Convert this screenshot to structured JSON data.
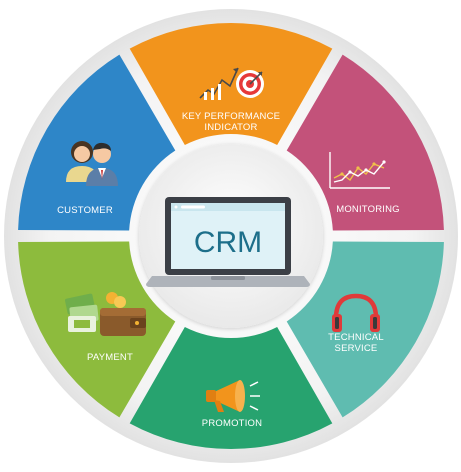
{
  "center": {
    "label": "CRM",
    "screen_color": "#dff2f7",
    "text_color": "#1d6f8a"
  },
  "segments": [
    {
      "id": "kpi",
      "label_lines": [
        "KEY PERFORMANCE",
        "INDICATOR"
      ],
      "color": "#f2941c",
      "icon": "target-chart-icon"
    },
    {
      "id": "monitoring",
      "label_lines": [
        "MONITORING"
      ],
      "color": "#c3527a",
      "icon": "line-chart-icon"
    },
    {
      "id": "technical-service",
      "label_lines": [
        "TECHNICAL",
        "SERVICE"
      ],
      "color": "#5fbcb0",
      "icon": "headphones-icon"
    },
    {
      "id": "promotion",
      "label_lines": [
        "PROMOTION"
      ],
      "color": "#27a36f",
      "icon": "megaphone-icon"
    },
    {
      "id": "payment",
      "label_lines": [
        "PAYMENT"
      ],
      "color": "#8dbb3d",
      "icon": "wallet-money-icon"
    },
    {
      "id": "customer",
      "label_lines": [
        "CUSTOMER"
      ],
      "color": "#2e86c8",
      "icon": "people-icon"
    }
  ]
}
